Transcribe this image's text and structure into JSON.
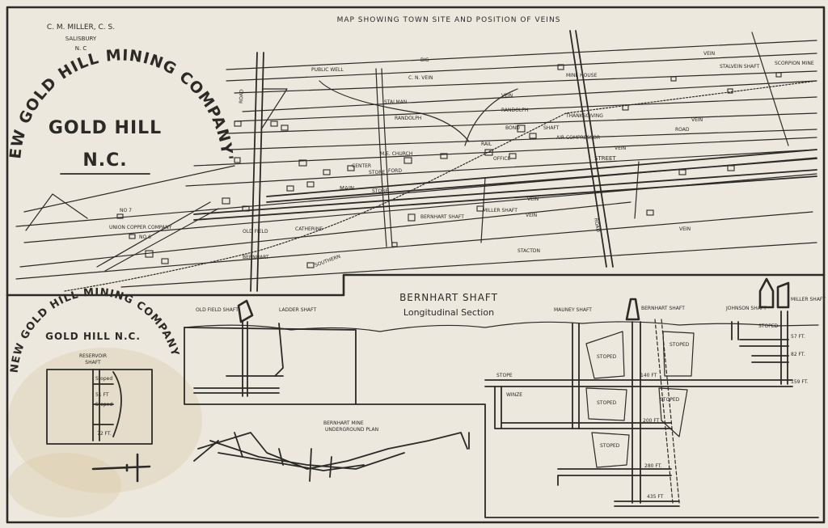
{
  "header": {
    "surveyor_name": "C. M. MILLER, C. S.",
    "surveyor_city": "SALISBURY",
    "surveyor_state": "N. C",
    "map_title": "MAP SHOWING TOWN SITE AND POSITION OF VEINS"
  },
  "main_map": {
    "arc_title": "NEW GOLD HILL MINING COMPANY'S",
    "place_name": "GOLD HILL",
    "place_state": "N.C.",
    "labels": {
      "public_well": "PUBLIC WELL",
      "big_vein": "BIG",
      "vein1": "VEIN",
      "cn_vein": "C. N. VEIN",
      "stalman": "STALMAN",
      "vein2": "VEIN",
      "randolph": "RANDOLPH",
      "randolph2": "RANDOLPH",
      "thanksgiving": "THANKSGIVING",
      "shaft_tg": "SHAFT",
      "air_compressor": "AIR COMPRESSOR",
      "mine_house": "MINE HOUSE",
      "stalvein_shaft": "STALVEIN SHAFT",
      "scorpion_mine": "SCORPION MINE",
      "road": "ROAD",
      "road_left": "ROAD",
      "me_church": "M.E. CHURCH",
      "rail": "RAIL",
      "center": "CENTER",
      "store": "STORE",
      "ford": "FORD",
      "office": "OFFICE",
      "bond": "BOND",
      "main": "MAIN",
      "street": "STREET",
      "store2": "STORE",
      "vein_a": "VEIN",
      "vein_b": "VEIN",
      "vein_c": "VEIN",
      "vein_d": "VEIN",
      "vein_e": "VEIN",
      "no7": "NO 7",
      "union_copper": "UNION COPPER COMPANY",
      "no6": "NO 6",
      "old_field": "OLD FIELD",
      "catherine": "CATHERINE",
      "bernhart": "BERNHART",
      "bernhart_shaft": "BERNHART SHAFT",
      "miller_shaft": "MILLER SHAFT",
      "southern": "SOUTHERN",
      "stactdn": "STACTDN",
      "road_vert": "ROAD"
    }
  },
  "lower_left": {
    "arc_title": "NEW GOLD HILL MINING COMPANY",
    "place": "GOLD HILL N.C.",
    "reservoir": "RESERVOIR",
    "shaft": "SHAFT",
    "stoped1": "Stoped",
    "depth1": "51 FT",
    "stoped2": "Stoped",
    "depth2": "72 FT."
  },
  "section": {
    "title": "BERNHART SHAFT",
    "subtitle": "Longitudinal Section",
    "old_field_shaft": "OLD FIELD SHAFT",
    "ladder_shaft": "LADDER SHAFT",
    "mauney_shaft": "MAUNEY SHAFT",
    "bernhart_shaft": "BERNHART SHAFT",
    "johnson_shaft": "JOHNSON SHAFT",
    "miller_shaft": "MILLER SHAFT",
    "stoped_a": "STOPED",
    "stoped_b": "STOPED",
    "stoped_c": "STOPED",
    "stoped_d": "STOPED",
    "stoped_e": "STOPED",
    "stoped_f": "STOPED",
    "stope": "STOPE",
    "winze": "WINZE",
    "d140": "140 FT",
    "d200": "200 FT",
    "d280": "280 FT.",
    "d435": "435 FT",
    "d159": "159 FT.",
    "d57": "57 FT.",
    "d82": "82 FT."
  },
  "underground": {
    "title": "BERNHART MINE",
    "subtitle": "UNDERGROUND PLAN"
  }
}
